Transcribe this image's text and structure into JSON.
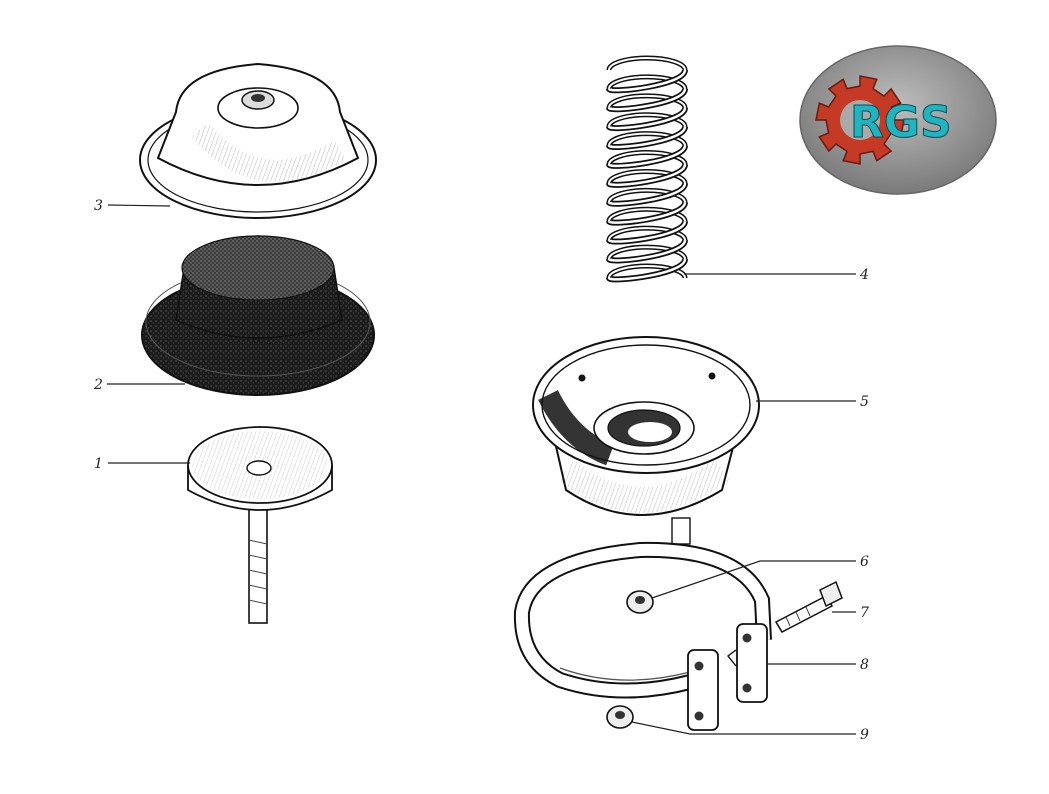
{
  "logo": {
    "text": "RGS",
    "text_color": "#1fb5c0",
    "badge_color": "#8d8d8d",
    "gear_color": "#c43a24"
  },
  "callouts": [
    {
      "id": "1",
      "label": "1"
    },
    {
      "id": "2",
      "label": "2"
    },
    {
      "id": "3",
      "label": "3"
    },
    {
      "id": "4",
      "label": "4"
    },
    {
      "id": "5",
      "label": "5"
    },
    {
      "id": "6",
      "label": "6"
    },
    {
      "id": "7",
      "label": "7"
    },
    {
      "id": "8",
      "label": "8"
    },
    {
      "id": "9",
      "label": "9"
    }
  ]
}
